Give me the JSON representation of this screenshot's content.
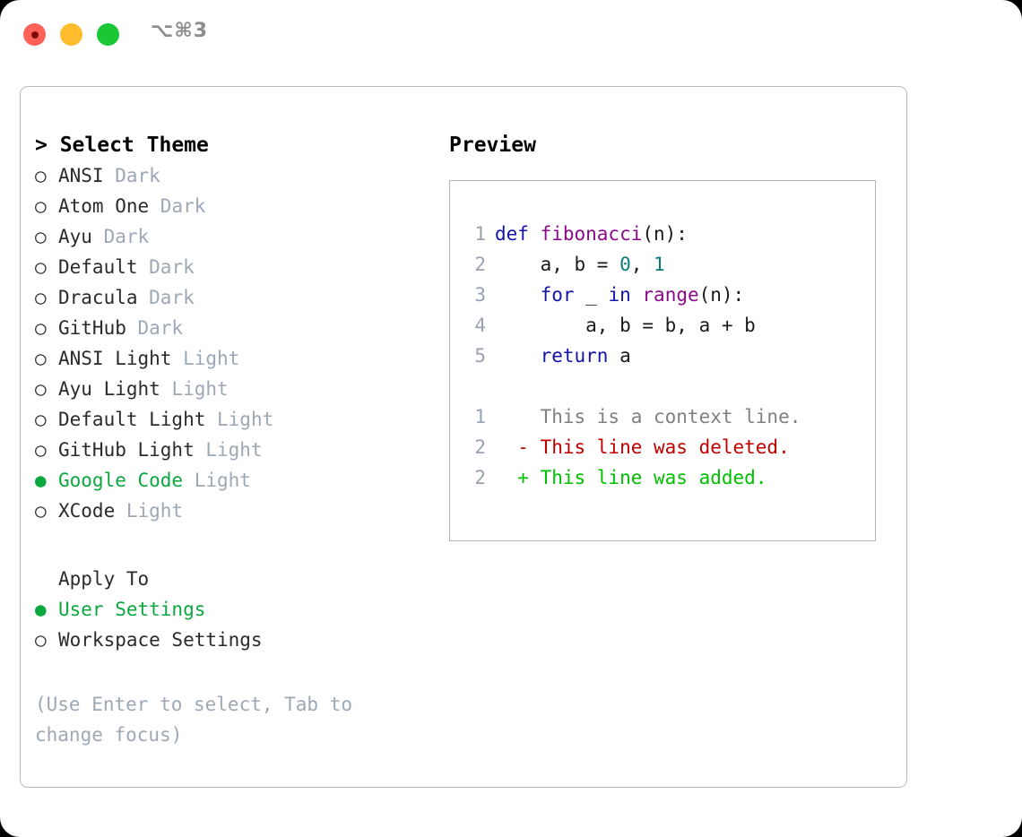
{
  "window": {
    "traffic_lights": [
      "close-red",
      "minimize-yellow",
      "maximize-green"
    ],
    "shortcut": "⌥⌘3"
  },
  "left": {
    "heading": "> Select Theme",
    "marker_selected": "●",
    "marker_unselected": "○",
    "themes": [
      {
        "label": "ANSI",
        "variant": "Dark",
        "selected": false
      },
      {
        "label": "Atom One",
        "variant": "Dark",
        "selected": false
      },
      {
        "label": "Ayu",
        "variant": "Dark",
        "selected": false
      },
      {
        "label": "Default",
        "variant": "Dark",
        "selected": false
      },
      {
        "label": "Dracula",
        "variant": "Dark",
        "selected": false
      },
      {
        "label": "GitHub",
        "variant": "Dark",
        "selected": false
      },
      {
        "label": "ANSI Light",
        "variant": "Light",
        "selected": false
      },
      {
        "label": "Ayu Light",
        "variant": "Light",
        "selected": false
      },
      {
        "label": "Default Light",
        "variant": "Light",
        "selected": false
      },
      {
        "label": "GitHub Light",
        "variant": "Light",
        "selected": false
      },
      {
        "label": "Google Code",
        "variant": "Light",
        "selected": true
      },
      {
        "label": "XCode",
        "variant": "Light",
        "selected": false
      }
    ],
    "apply_to_heading": "Apply To",
    "apply_to_options": [
      {
        "label": "User Settings",
        "selected": true
      },
      {
        "label": "Workspace Settings",
        "selected": false
      }
    ],
    "hint": "(Use Enter to select, Tab to change focus)"
  },
  "right": {
    "preview_title": "Preview",
    "code_lines": [
      {
        "number": "1",
        "tokens": [
          {
            "text": "def ",
            "kind": "kw"
          },
          {
            "text": "fibonacci",
            "kind": "fn"
          },
          {
            "text": "(n):",
            "kind": "pl"
          }
        ]
      },
      {
        "number": "2",
        "tokens": [
          {
            "text": "    a, b = ",
            "kind": "pl"
          },
          {
            "text": "0",
            "kind": "num"
          },
          {
            "text": ", ",
            "kind": "pl"
          },
          {
            "text": "1",
            "kind": "num"
          }
        ]
      },
      {
        "number": "3",
        "tokens": [
          {
            "text": "    ",
            "kind": "pl"
          },
          {
            "text": "for",
            "kind": "kw"
          },
          {
            "text": " _ ",
            "kind": "pl"
          },
          {
            "text": "in",
            "kind": "kw"
          },
          {
            "text": " ",
            "kind": "pl"
          },
          {
            "text": "range",
            "kind": "fn"
          },
          {
            "text": "(n):",
            "kind": "pl"
          }
        ]
      },
      {
        "number": "4",
        "tokens": [
          {
            "text": "        a, b = b, a + b",
            "kind": "pl"
          }
        ]
      },
      {
        "number": "5",
        "tokens": [
          {
            "text": "    ",
            "kind": "pl"
          },
          {
            "text": "return",
            "kind": "kw"
          },
          {
            "text": " a",
            "kind": "pl"
          }
        ]
      }
    ],
    "diff_lines": [
      {
        "number": "1",
        "sign": "  ",
        "text": "This is a context line.",
        "kind": "ctx"
      },
      {
        "number": "2",
        "sign": "- ",
        "text": "This line was deleted.",
        "kind": "del"
      },
      {
        "number": "2",
        "sign": "+ ",
        "text": "This line was added.",
        "kind": "add"
      }
    ]
  },
  "colors": {
    "selected_green": "#0aa83f",
    "variant_gray": "#9da8b7",
    "keyword_blue": "#1414a8",
    "function_purple": "#8b0a8b",
    "number_teal": "#0a7c7c",
    "deleted_red": "#c00000",
    "added_green": "#00c000",
    "line_number_gray": "#98a2b3",
    "border_gray": "#b4bcc8"
  }
}
